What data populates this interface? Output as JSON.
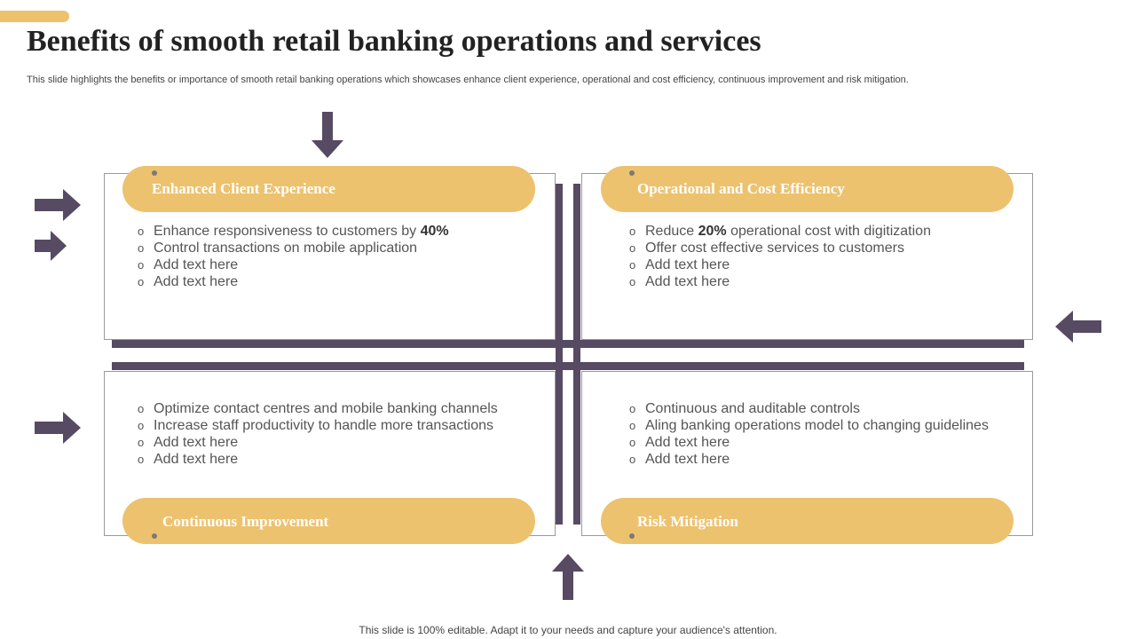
{
  "header": {
    "title": "Benefits of smooth retail banking operations and services",
    "subtitle": "This slide highlights the benefits or importance of smooth retail banking operations which showcases enhance client experience, operational and cost efficiency, continuous improvement  and risk mitigation."
  },
  "colors": {
    "accent": "#EDC26E",
    "frame": "#574A63",
    "border": "#9a9a9a"
  },
  "bullet_marker": "o",
  "quadrants": [
    {
      "title": "Enhanced Client Experience",
      "items": [
        {
          "text": "Enhance responsiveness to customers by ",
          "highlight": "40%"
        },
        {
          "text": "Control transactions on mobile application",
          "highlight": ""
        },
        {
          "text": "Add text here",
          "highlight": ""
        },
        {
          "text": "Add text here",
          "highlight": ""
        }
      ]
    },
    {
      "title": "Operational and Cost Efficiency",
      "items": [
        {
          "text": "Reduce ",
          "highlight": "20%",
          "after": " operational cost with digitization"
        },
        {
          "text": "Offer cost effective services to customers",
          "highlight": ""
        },
        {
          "text": "Add text here",
          "highlight": ""
        },
        {
          "text": "Add text here",
          "highlight": ""
        }
      ]
    },
    {
      "title": "Continuous Improvement",
      "items": [
        {
          "text": "Optimize contact centres and mobile banking channels",
          "highlight": ""
        },
        {
          "text": "Increase staff productivity to handle more transactions",
          "highlight": ""
        },
        {
          "text": "Add text here",
          "highlight": ""
        },
        {
          "text": "Add text here",
          "highlight": ""
        }
      ]
    },
    {
      "title": "Risk Mitigation",
      "items": [
        {
          "text": "Continuous and auditable controls",
          "highlight": ""
        },
        {
          "text": "Aling banking operations model to changing guidelines",
          "highlight": ""
        },
        {
          "text": "Add text here",
          "highlight": ""
        },
        {
          "text": "Add text here",
          "highlight": ""
        }
      ]
    }
  ],
  "icons": [
    "arrow-down-icon",
    "arrow-right-icon",
    "arrow-left-icon",
    "arrow-up-icon"
  ],
  "footer": {
    "text": "This slide is 100% editable. Adapt it to your needs and capture your audience's attention."
  }
}
